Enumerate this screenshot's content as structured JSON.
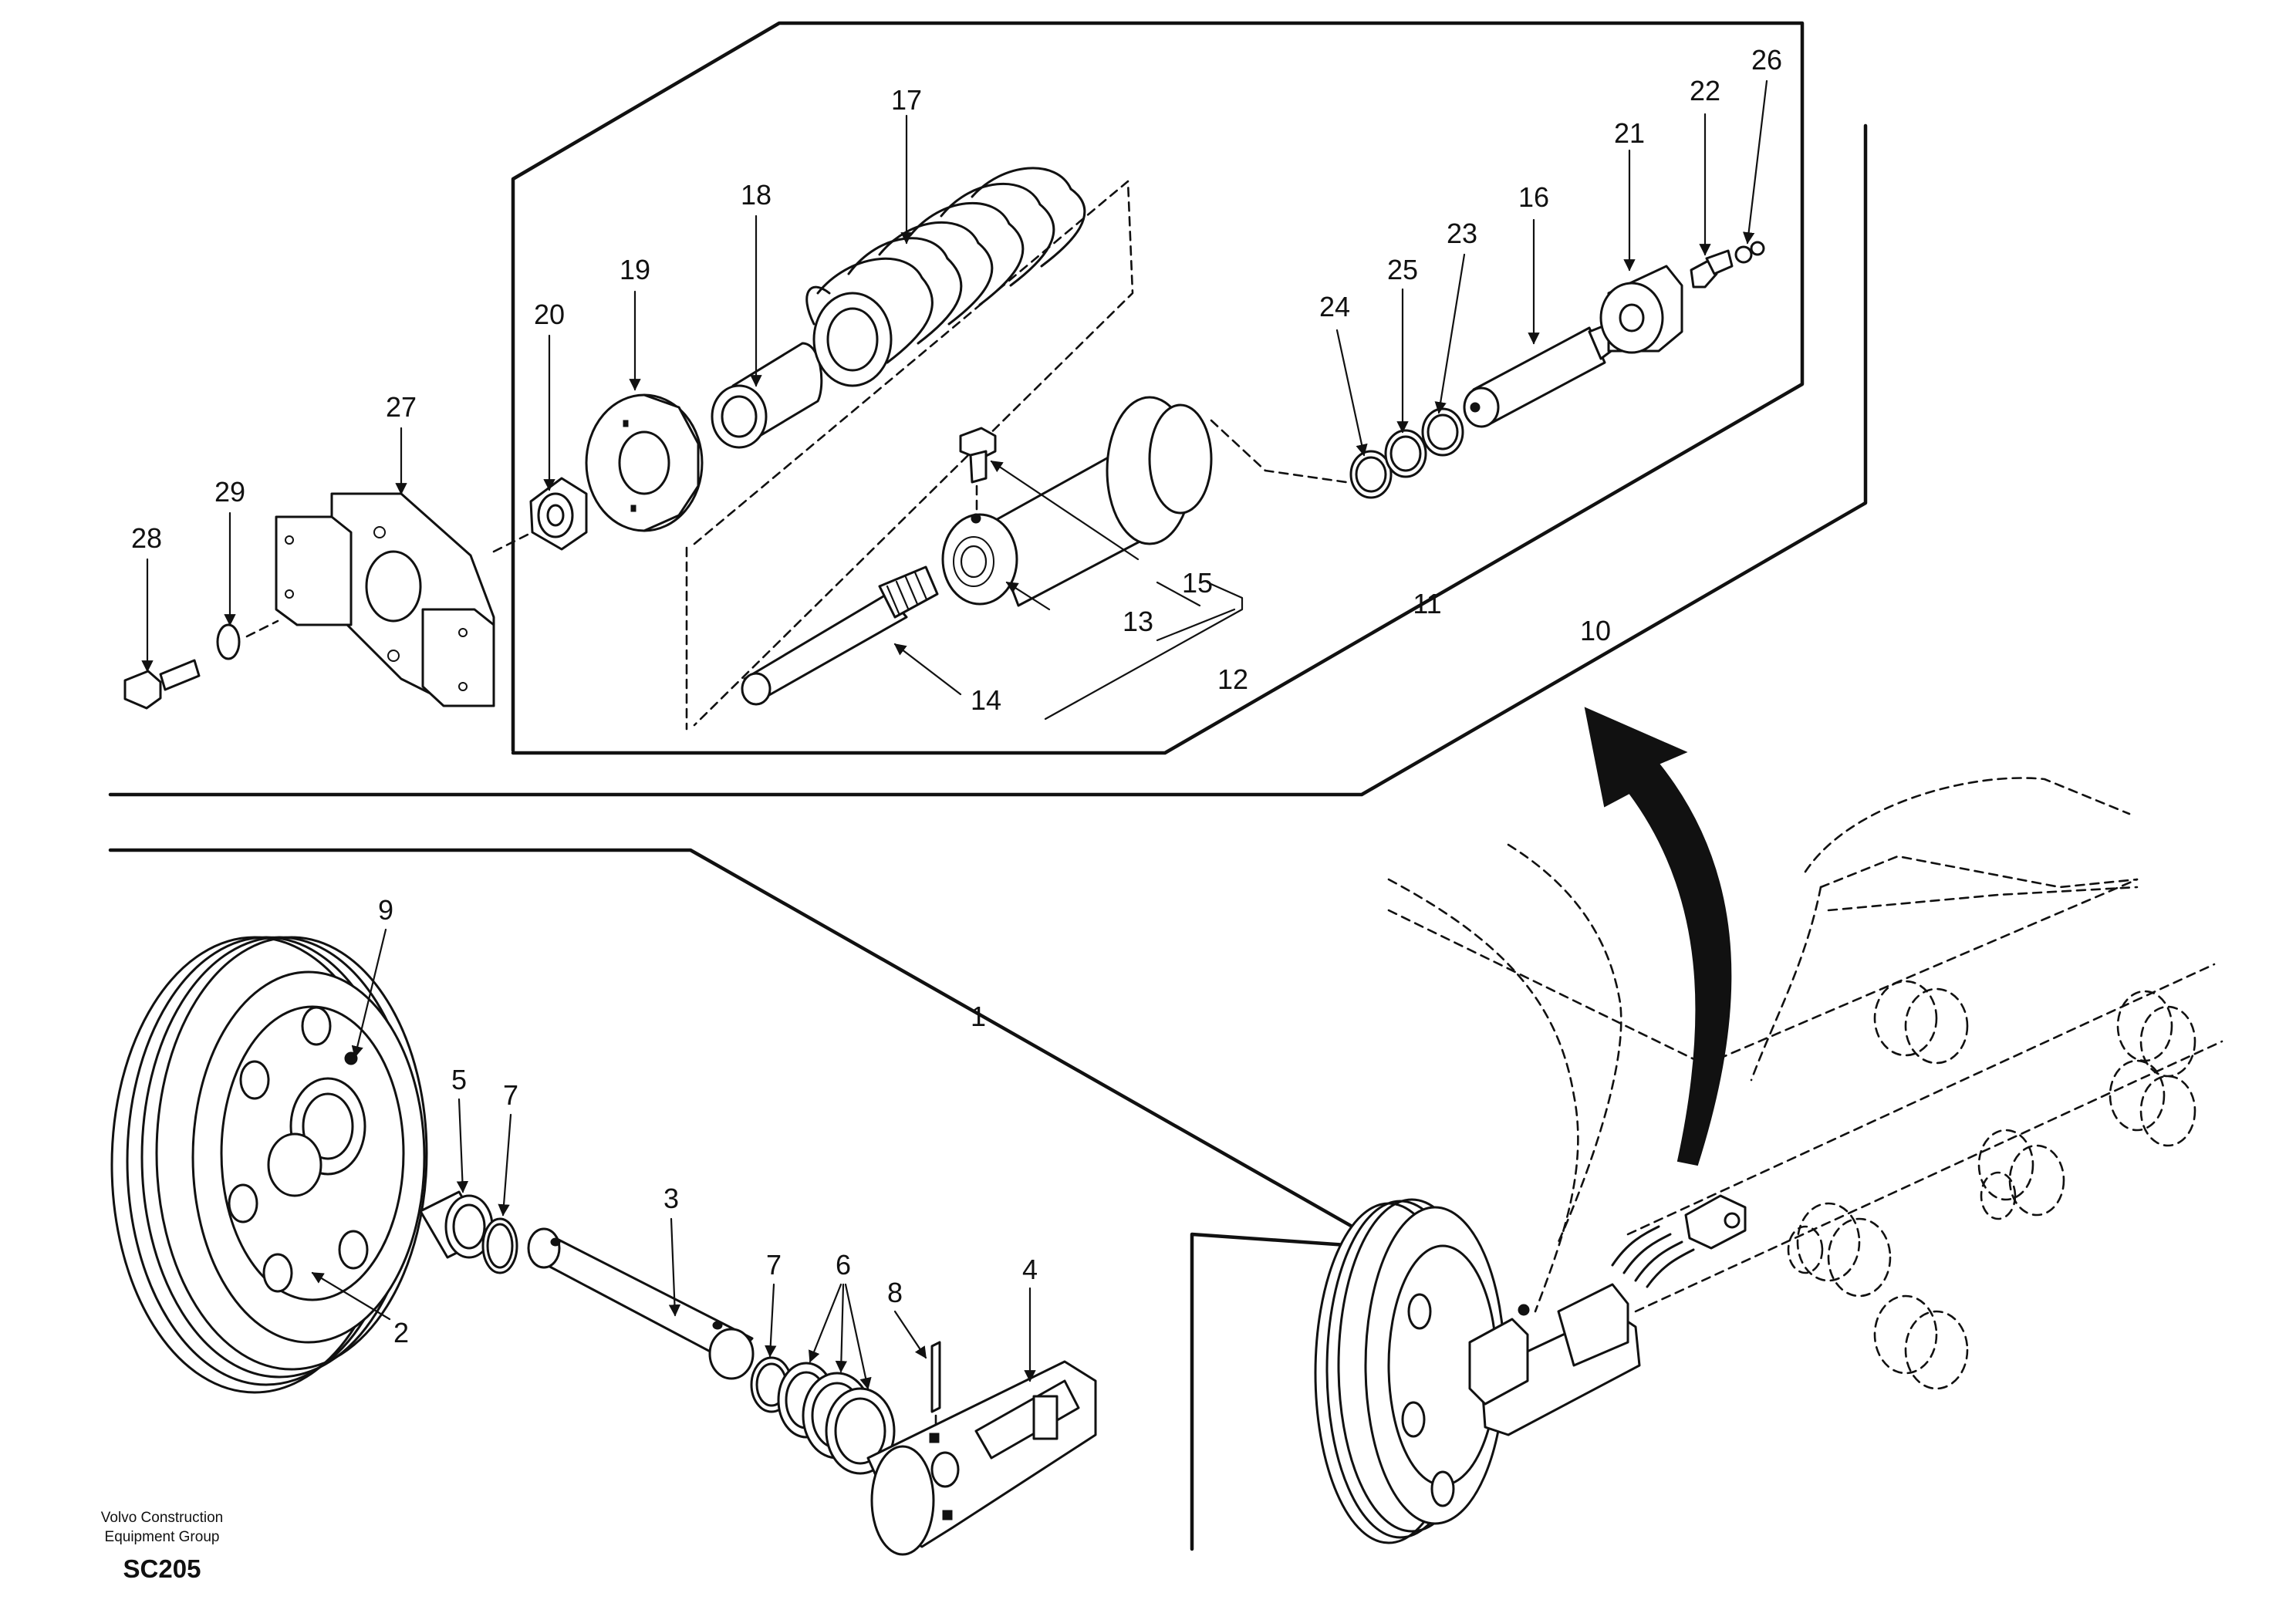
{
  "footer": {
    "company_line1": "Volvo Construction",
    "company_line2": "Equipment Group",
    "code": "SC205"
  },
  "callouts": {
    "c1": "1",
    "c2": "2",
    "c3": "3",
    "c4": "4",
    "c5": "5",
    "c6": "6",
    "c7a": "7",
    "c7b": "7",
    "c8": "8",
    "c9": "9",
    "c10": "10",
    "c11": "11",
    "c12": "12",
    "c13": "13",
    "c14": "14",
    "c15": "15",
    "c16": "16",
    "c17": "17",
    "c18": "18",
    "c19": "19",
    "c20": "20",
    "c21": "21",
    "c22": "22",
    "c23": "23",
    "c24": "24",
    "c25": "25",
    "c26": "26",
    "c27": "27",
    "c28": "28",
    "c29": "29"
  }
}
